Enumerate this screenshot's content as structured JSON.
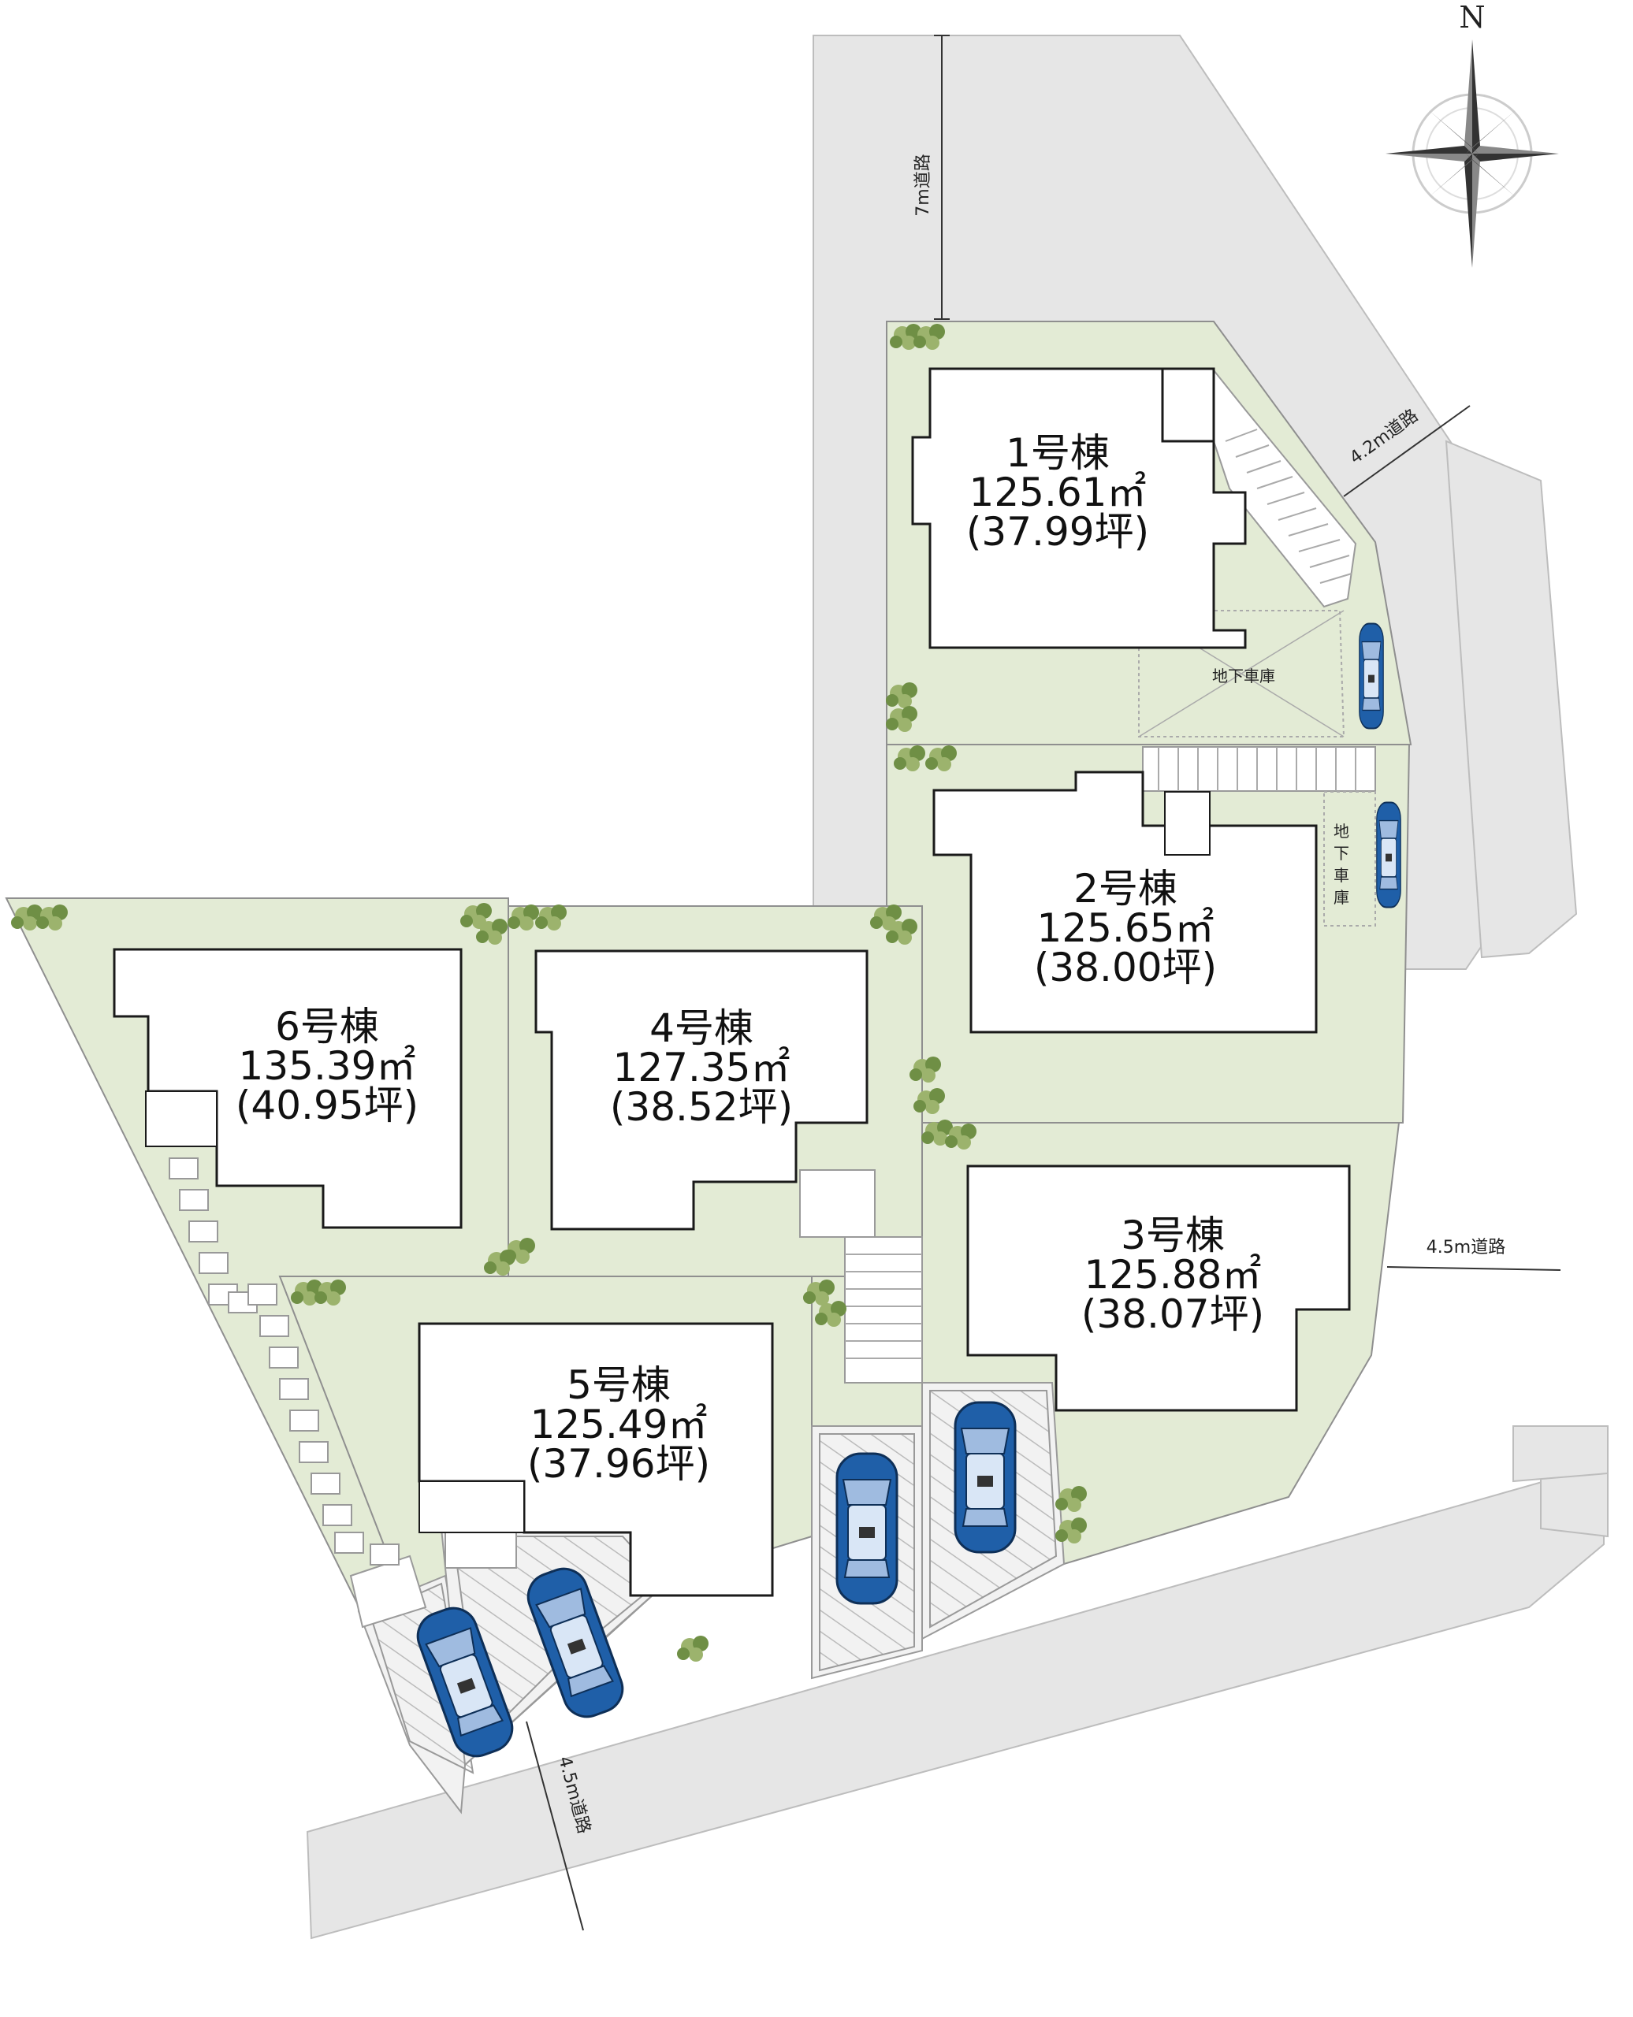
{
  "roads": {
    "north": "7m道路",
    "north_east": "4.2m道路",
    "east": "4.5m道路",
    "south": "4.5m道路"
  },
  "compass": {
    "north_label": "N",
    "icon": "compass-rose-icon"
  },
  "buildings": [
    {
      "id": "1",
      "name": "1号棟",
      "area": "125.61㎡",
      "tsubo": "(37.99坪)",
      "garage": "地下車庫"
    },
    {
      "id": "2",
      "name": "2号棟",
      "area": "125.65㎡",
      "tsubo": "(38.00坪)",
      "garage": "地下車庫"
    },
    {
      "id": "3",
      "name": "3号棟",
      "area": "125.88㎡",
      "tsubo": "(38.07坪)"
    },
    {
      "id": "4",
      "name": "4号棟",
      "area": "127.35㎡",
      "tsubo": "(38.52坪)"
    },
    {
      "id": "5",
      "name": "5号棟",
      "area": "125.49㎡",
      "tsubo": "(37.96坪)"
    },
    {
      "id": "6",
      "name": "6号棟",
      "area": "135.39㎡",
      "tsubo": "(40.95坪)"
    }
  ],
  "colors": {
    "road": "#e6e6e6",
    "lot": "#e3ebd5",
    "house": "#ffffff",
    "car": "#1f5fa8",
    "tree": "#6f8f45"
  }
}
